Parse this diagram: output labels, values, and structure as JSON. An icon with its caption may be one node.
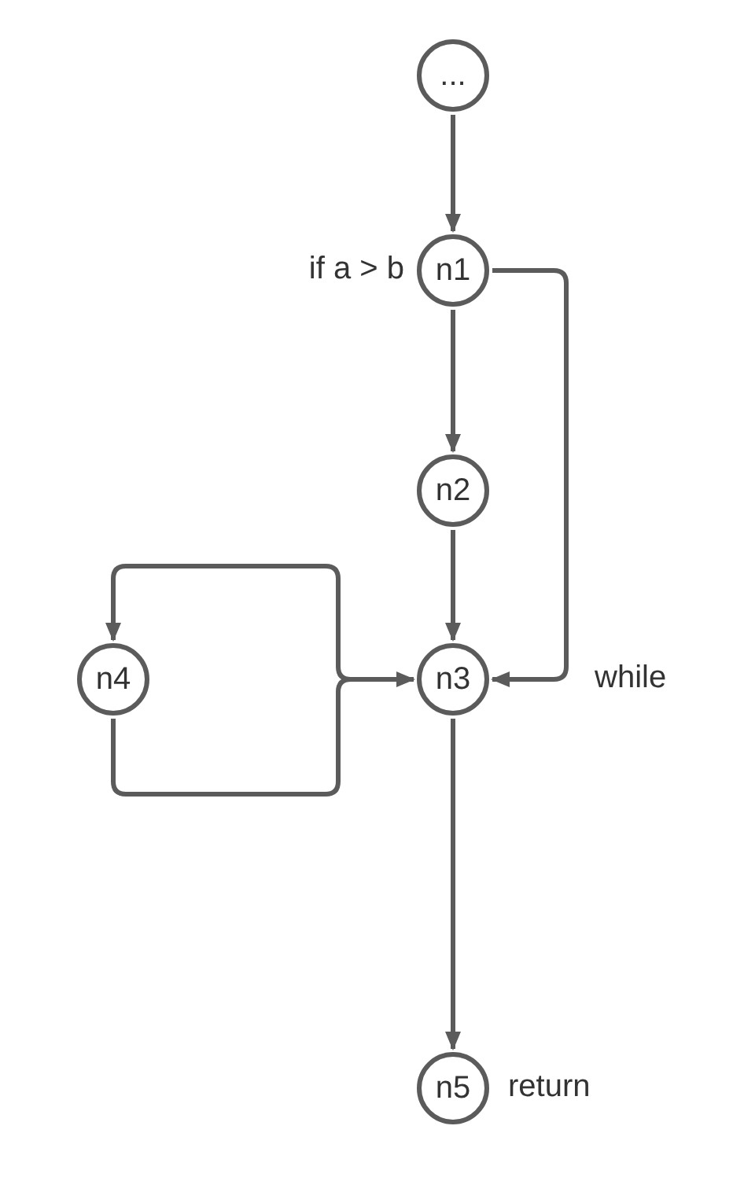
{
  "diagram": {
    "nodes": [
      {
        "text": [
          "..."
        ]
      },
      {
        "text": [
          "n1"
        ],
        "beside": [
          "if a > b"
        ]
      },
      {
        "text": [
          "n2"
        ]
      },
      {
        "text": [
          "n3"
        ],
        "beside": [
          "while"
        ]
      },
      {
        "text": [
          "n4"
        ]
      },
      {
        "text": [
          "n5"
        ],
        "beside": [
          "return"
        ]
      }
    ],
    "edges": [
      {
        "from": 0,
        "to": 1,
        "arrow": "to"
      },
      {
        "from": 1,
        "to": 2,
        "arrow": "to"
      },
      {
        "from": 1,
        "to": 3,
        "arrow": "to"
      },
      {
        "from": 2,
        "to": 3,
        "arrow": "to"
      },
      {
        "from": 3,
        "to": 4,
        "arrow": "to"
      },
      {
        "from": 4,
        "to": 3,
        "arrow": "to"
      },
      {
        "from": 3,
        "to": 5,
        "arrow": "to"
      }
    ]
  }
}
